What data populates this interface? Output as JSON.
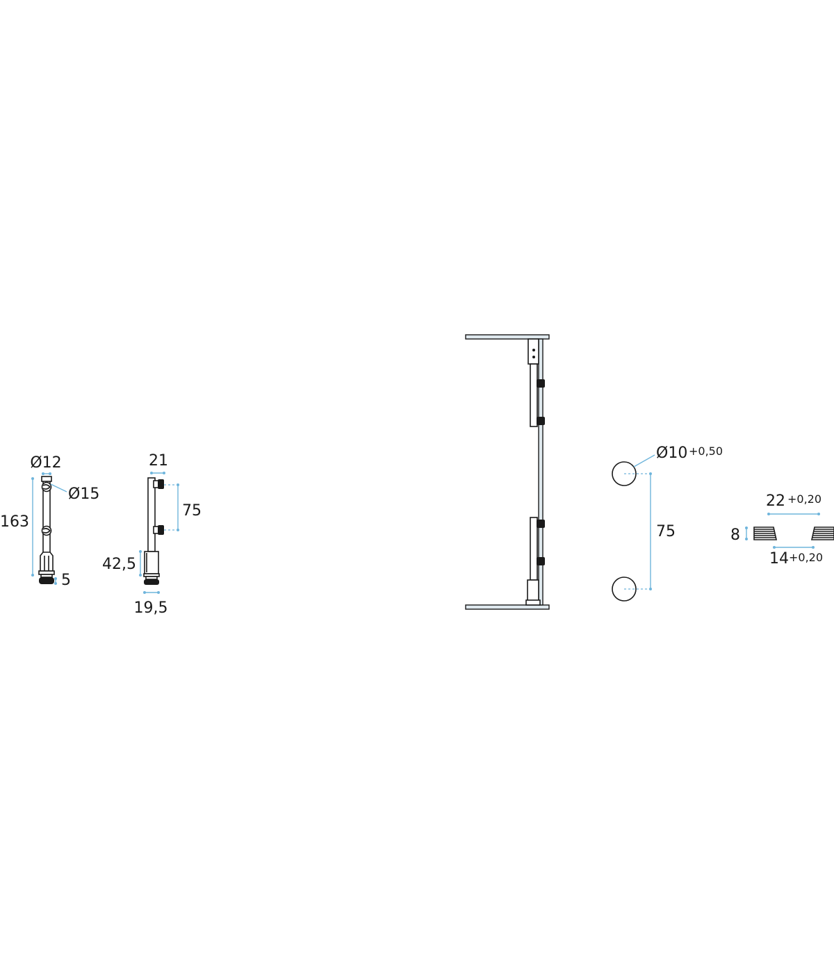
{
  "front_view": {
    "dia_top": "Ø12",
    "dia_joint": "Ø15",
    "height": "163",
    "foot": "5"
  },
  "side_view": {
    "width_top": "21",
    "spacing": "75",
    "base_height": "42,5",
    "base_width": "19,5"
  },
  "hole_pattern": {
    "hole_dia": "Ø10",
    "hole_tol": "+0,50",
    "hole_spacing": "75"
  },
  "countersink": {
    "outer_dia": "22",
    "outer_tol": "+0,20",
    "depth": "8",
    "inner_dia": "14",
    "inner_tol": "+0,20"
  }
}
